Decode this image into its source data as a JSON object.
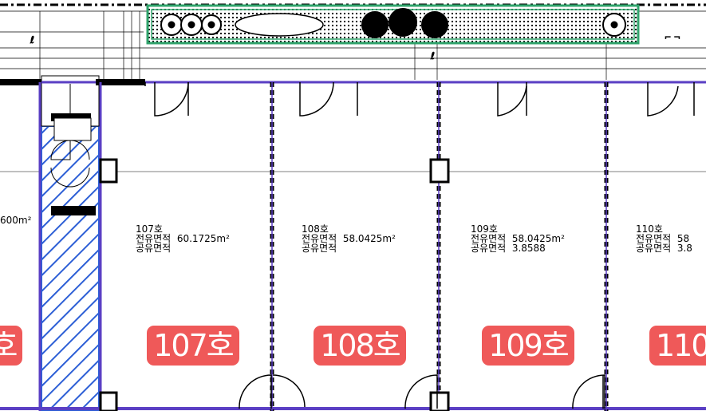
{
  "colors": {
    "badge": "#ef5959",
    "wall": "#5a3fc4",
    "planting_border": "#2fa36b",
    "hatch": "#2d5fd6"
  },
  "left_cut": {
    "area_value": "600m²",
    "badge": "호"
  },
  "units": [
    {
      "id": "107",
      "title": "107호",
      "area_label": "전유면적",
      "area_value": "60.1725m²",
      "common_label": "공유면적",
      "common_value": "",
      "badge": "107호"
    },
    {
      "id": "108",
      "title": "108호",
      "area_label": "전유면적",
      "area_value": "58.0425m²",
      "common_label": "공유면적",
      "common_value": "",
      "badge": "108호"
    },
    {
      "id": "109",
      "title": "109호",
      "area_label": "전유면적",
      "area_value": "58.0425m²",
      "common_label": "공유면적",
      "common_value": "3.8588",
      "badge": "109호"
    },
    {
      "id": "110",
      "title": "110호",
      "area_label": "전유면적",
      "area_value": "58",
      "common_label": "공유면적",
      "common_value": "3.8",
      "badge": "110"
    }
  ]
}
